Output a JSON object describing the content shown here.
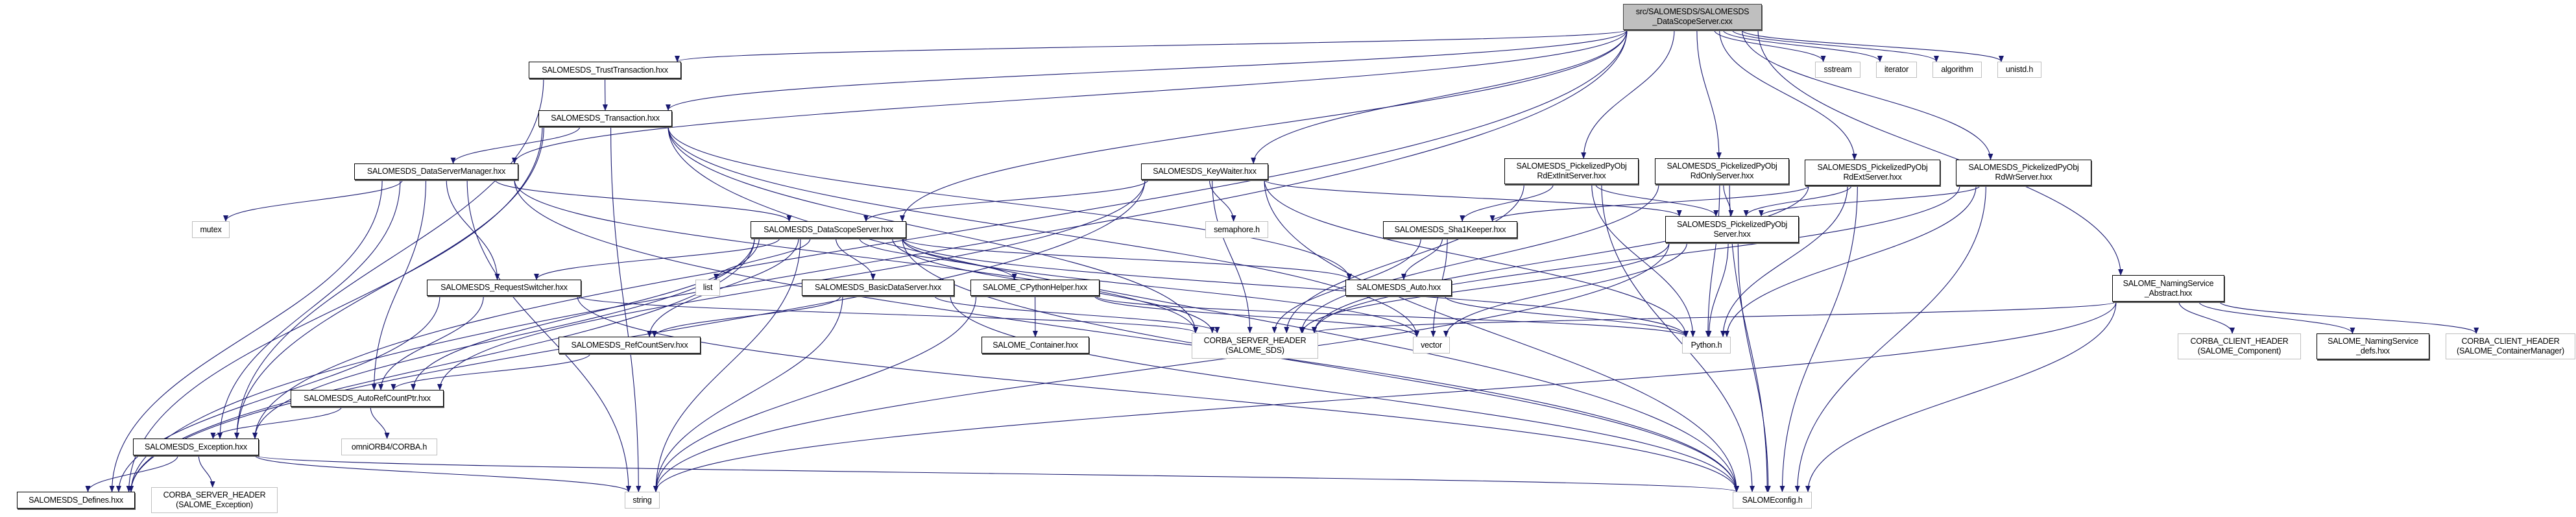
{
  "colors": {
    "edge": "#191970",
    "root_fill": "#bfbfbf",
    "file_border": "#000000",
    "system_border": "#bfbfbf"
  },
  "nodes": {
    "root": {
      "label": "src/SALOMESDS/SALOMESDS\n_DataScopeServer.cxx",
      "kind": "root"
    },
    "trust": {
      "label": "SALOMESDS_TrustTransaction.hxx",
      "kind": "file"
    },
    "transaction": {
      "label": "SALOMESDS_Transaction.hxx",
      "kind": "file"
    },
    "dsm": {
      "label": "SALOMESDS_DataServerManager.hxx",
      "kind": "file"
    },
    "keywaiter": {
      "label": "SALOMESDS_KeyWaiter.hxx",
      "kind": "file"
    },
    "rdextinit": {
      "label": "SALOMESDS_PickelizedPyObj\nRdExtInitServer.hxx",
      "kind": "file"
    },
    "rdonly": {
      "label": "SALOMESDS_PickelizedPyObj\nRdOnlyServer.hxx",
      "kind": "file"
    },
    "rdext": {
      "label": "SALOMESDS_PickelizedPyObj\nRdExtServer.hxx",
      "kind": "file"
    },
    "rdwr": {
      "label": "SALOMESDS_PickelizedPyObj\nRdWrServer.hxx",
      "kind": "file"
    },
    "sstream": {
      "label": "sstream",
      "kind": "sys"
    },
    "iterator": {
      "label": "iterator",
      "kind": "sys"
    },
    "algorithm": {
      "label": "algorithm",
      "kind": "sys"
    },
    "unistd": {
      "label": "unistd.h",
      "kind": "sys"
    },
    "mutex": {
      "label": "mutex",
      "kind": "sys"
    },
    "dss": {
      "label": "SALOMESDS_DataScopeServer.hxx",
      "kind": "file"
    },
    "semaphore": {
      "label": "semaphore.h",
      "kind": "sys"
    },
    "sha1": {
      "label": "SALOMESDS_Sha1Keeper.hxx",
      "kind": "file"
    },
    "ppos": {
      "label": "SALOMESDS_PickelizedPyObj\nServer.hxx",
      "kind": "file"
    },
    "reqsw": {
      "label": "SALOMESDS_RequestSwitcher.hxx",
      "kind": "file"
    },
    "list": {
      "label": "list",
      "kind": "sys"
    },
    "basic": {
      "label": "SALOMESDS_BasicDataServer.hxx",
      "kind": "file"
    },
    "cpython": {
      "label": "SALOME_CPythonHelper.hxx",
      "kind": "file"
    },
    "auto": {
      "label": "SALOMESDS_Auto.hxx",
      "kind": "file"
    },
    "nsabs": {
      "label": "SALOME_NamingService\n_Abstract.hxx",
      "kind": "file"
    },
    "refcount": {
      "label": "SALOMESDS_RefCountServ.hxx",
      "kind": "file"
    },
    "container": {
      "label": "SALOME_Container.hxx",
      "kind": "file"
    },
    "corba_sds": {
      "label": "CORBA_SERVER_HEADER\n(SALOME_SDS)",
      "kind": "sys"
    },
    "vector": {
      "label": "vector",
      "kind": "sys"
    },
    "python": {
      "label": "Python.h",
      "kind": "sys"
    },
    "cc_comp": {
      "label": "CORBA_CLIENT_HEADER\n(SALOME_Component)",
      "kind": "sys"
    },
    "ns_defs": {
      "label": "SALOME_NamingService\n_defs.hxx",
      "kind": "file"
    },
    "cc_cm": {
      "label": "CORBA_CLIENT_HEADER\n(SALOME_ContainerManager)",
      "kind": "sys"
    },
    "autoref": {
      "label": "SALOMESDS_AutoRefCountPtr.hxx",
      "kind": "file"
    },
    "exception": {
      "label": "SALOMESDS_Exception.hxx",
      "kind": "file"
    },
    "omniorb": {
      "label": "omniORB4/CORBA.h",
      "kind": "sys"
    },
    "defines": {
      "label": "SALOMESDS_Defines.hxx",
      "kind": "file"
    },
    "corba_exc": {
      "label": "CORBA_SERVER_HEADER\n(SALOME_Exception)",
      "kind": "sys"
    },
    "string": {
      "label": "string",
      "kind": "sys"
    },
    "config": {
      "label": "SALOMEconfig.h",
      "kind": "sys"
    }
  },
  "edges": [
    [
      "root",
      "trust"
    ],
    [
      "root",
      "transaction"
    ],
    [
      "root",
      "dsm"
    ],
    [
      "root",
      "keywaiter"
    ],
    [
      "root",
      "dss"
    ],
    [
      "root",
      "rdextinit"
    ],
    [
      "root",
      "rdonly"
    ],
    [
      "root",
      "rdext"
    ],
    [
      "root",
      "rdwr"
    ],
    [
      "root",
      "nsabs"
    ],
    [
      "root",
      "sstream"
    ],
    [
      "root",
      "iterator"
    ],
    [
      "root",
      "algorithm"
    ],
    [
      "root",
      "unistd"
    ],
    [
      "root",
      "exception"
    ],
    [
      "root",
      "defines"
    ],
    [
      "trust",
      "transaction"
    ],
    [
      "trust",
      "exception"
    ],
    [
      "transaction",
      "dsm"
    ],
    [
      "transaction",
      "exception"
    ],
    [
      "transaction",
      "defines"
    ],
    [
      "transaction",
      "string"
    ],
    [
      "transaction",
      "vector"
    ],
    [
      "transaction",
      "corba_sds"
    ],
    [
      "transaction",
      "auto"
    ],
    [
      "transaction",
      "config"
    ],
    [
      "dsm",
      "dss"
    ],
    [
      "dsm",
      "mutex"
    ],
    [
      "dsm",
      "reqsw"
    ],
    [
      "dsm",
      "autoref"
    ],
    [
      "dsm",
      "exception"
    ],
    [
      "dsm",
      "defines"
    ],
    [
      "dsm",
      "string"
    ],
    [
      "dsm",
      "config"
    ],
    [
      "dsm",
      "corba_sds"
    ],
    [
      "keywaiter",
      "dss"
    ],
    [
      "keywaiter",
      "semaphore"
    ],
    [
      "keywaiter",
      "ppos"
    ],
    [
      "keywaiter",
      "python"
    ],
    [
      "keywaiter",
      "corba_sds"
    ],
    [
      "keywaiter",
      "autoref"
    ],
    [
      "keywaiter",
      "defines"
    ],
    [
      "keywaiter",
      "config"
    ],
    [
      "dss",
      "reqsw"
    ],
    [
      "dss",
      "list"
    ],
    [
      "dss",
      "basic"
    ],
    [
      "dss",
      "cpython"
    ],
    [
      "dss",
      "auto"
    ],
    [
      "dss",
      "refcount"
    ],
    [
      "dss",
      "autoref"
    ],
    [
      "dss",
      "corba_sds"
    ],
    [
      "dss",
      "vector"
    ],
    [
      "dss",
      "string"
    ],
    [
      "dss",
      "python"
    ],
    [
      "dss",
      "defines"
    ],
    [
      "dss",
      "exception"
    ],
    [
      "dss",
      "config"
    ],
    [
      "reqsw",
      "autoref"
    ],
    [
      "reqsw",
      "corba_sds"
    ],
    [
      "reqsw",
      "defines"
    ],
    [
      "reqsw",
      "config"
    ],
    [
      "basic",
      "refcount"
    ],
    [
      "basic",
      "corba_sds"
    ],
    [
      "basic",
      "string"
    ],
    [
      "basic",
      "config"
    ],
    [
      "refcount",
      "autoref"
    ],
    [
      "autoref",
      "exception"
    ],
    [
      "autoref",
      "omniorb"
    ],
    [
      "exception",
      "defines"
    ],
    [
      "exception",
      "corba_exc"
    ],
    [
      "exception",
      "string"
    ],
    [
      "exception",
      "config"
    ],
    [
      "cpython",
      "container"
    ],
    [
      "cpython",
      "python"
    ],
    [
      "cpython",
      "vector"
    ],
    [
      "cpython",
      "string"
    ],
    [
      "auto",
      "python"
    ],
    [
      "sha1",
      "auto"
    ],
    [
      "sha1",
      "vector"
    ],
    [
      "sha1",
      "corba_sds"
    ],
    [
      "rdextinit",
      "sha1"
    ],
    [
      "rdextinit",
      "ppos"
    ],
    [
      "rdextinit",
      "python"
    ],
    [
      "rdextinit",
      "corba_sds"
    ],
    [
      "rdextinit",
      "config"
    ],
    [
      "rdonly",
      "ppos"
    ],
    [
      "rdonly",
      "python"
    ],
    [
      "rdonly",
      "corba_sds"
    ],
    [
      "rdonly",
      "config"
    ],
    [
      "rdext",
      "ppos"
    ],
    [
      "rdext",
      "sha1"
    ],
    [
      "rdext",
      "python"
    ],
    [
      "rdext",
      "config"
    ],
    [
      "rdext",
      "corba_sds"
    ],
    [
      "rdwr",
      "ppos"
    ],
    [
      "rdwr",
      "python"
    ],
    [
      "rdwr",
      "config"
    ],
    [
      "rdwr",
      "corba_sds"
    ],
    [
      "ppos",
      "python"
    ],
    [
      "ppos",
      "vector"
    ],
    [
      "ppos",
      "corba_sds"
    ],
    [
      "ppos",
      "config"
    ],
    [
      "ppos",
      "string"
    ],
    [
      "nsabs",
      "cc_comp"
    ],
    [
      "nsabs",
      "ns_defs"
    ],
    [
      "nsabs",
      "cc_cm"
    ],
    [
      "nsabs",
      "config"
    ],
    [
      "nsabs",
      "string"
    ],
    [
      "nsabs",
      "corba_sds"
    ]
  ]
}
